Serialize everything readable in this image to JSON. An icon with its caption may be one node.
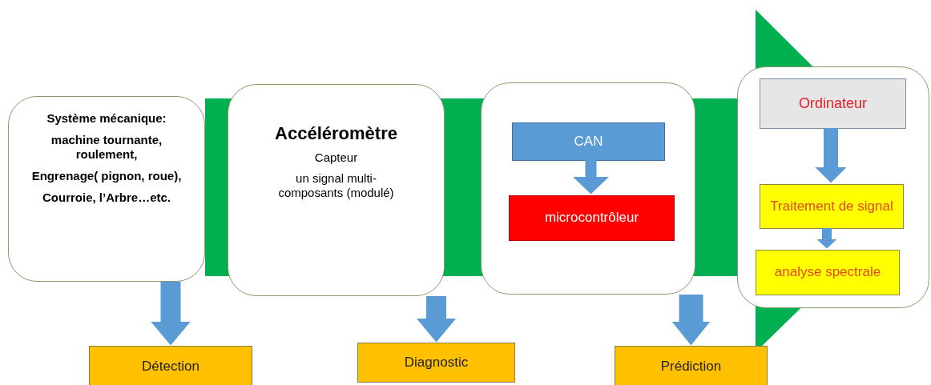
{
  "diagram": {
    "nodes": [
      {
        "text": [
          "Système mécanique:",
          "machine tournante, roulement,",
          "Engrenage( pignon, roue),",
          "Courroie, l’Arbre…etc."
        ]
      },
      {
        "text": [
          "Accéléromètre",
          "Capteur",
          "un signal multi-composants (modulé)"
        ]
      },
      {
        "text": [],
        "shape": "box"
      },
      {
        "text": [
          "CAN"
        ],
        "in": 2
      },
      {
        "text": [
          "microcontrôleur"
        ],
        "in": 2
      },
      {
        "text": [],
        "shape": "box"
      },
      {
        "text": [
          "Ordinateur"
        ],
        "in": 5
      },
      {
        "text": [
          "Traitement de signal"
        ],
        "in": 5
      },
      {
        "text": [
          "analyse spectrale"
        ],
        "in": 5
      },
      {
        "text": [
          "Détection"
        ]
      },
      {
        "text": [
          "Diagnostic"
        ]
      },
      {
        "text": [
          "Prédiction"
        ]
      }
    ],
    "edges": [
      {
        "from": 0,
        "to": null,
        "arrow": "to",
        "style": "thick",
        "color": "#00b050"
      },
      {
        "from": 0,
        "to": 9,
        "arrow": "to"
      },
      {
        "from": 1,
        "to": 10,
        "arrow": "to"
      },
      {
        "from": 3,
        "to": 4,
        "arrow": "to"
      },
      {
        "from": 2,
        "to": 11,
        "arrow": "to"
      },
      {
        "from": 6,
        "to": 7,
        "arrow": "to"
      },
      {
        "from": 7,
        "to": 8,
        "arrow": "to"
      }
    ]
  }
}
